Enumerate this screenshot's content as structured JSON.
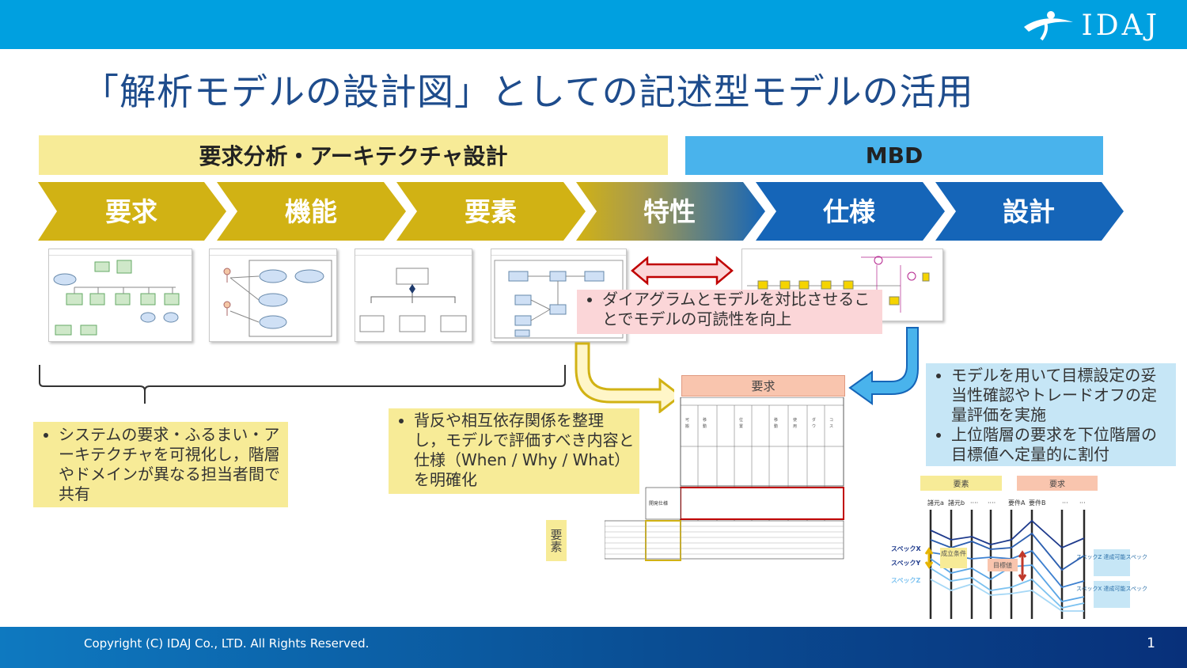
{
  "header": {
    "logo_text": "IDAJ",
    "brand_color": "#00a0e0"
  },
  "title": "「解析モデルの設計図」としての記述型モデルの活用",
  "bands": {
    "requirements_analysis": "要求分析・アーキテクチャ設計",
    "mbd": "MBD"
  },
  "steps": [
    {
      "label": "要求"
    },
    {
      "label": "機能"
    },
    {
      "label": "要素"
    },
    {
      "label": "特性"
    },
    {
      "label": "仕様"
    },
    {
      "label": "設計"
    }
  ],
  "notes": {
    "system_share": "システムの要求・ふるまい・アーキテクチャを可視化し，階層やドメインが異なる担当者間で共有",
    "dependency": "背反や相互依存関係を整理し，モデルで評価すべき内容と仕様（When / Why / What）を明確化",
    "readability": "ダイアグラムとモデルを対比させることでモデルの可読性を向上",
    "mbd_points": [
      "モデルを用いて目標設定の妥当性確認やトレードオフの定量評価を実施",
      "上位階層の要求を下位階層の目標値へ定量的に割付"
    ]
  },
  "matrix": {
    "header": "要求",
    "side_label": "要素",
    "spec_row_label": "開発仕様"
  },
  "tradeoff_chart": {
    "element_tag": "要素",
    "requirement_tag": "要求",
    "axis_labels": [
      "諸元a",
      "諸元b",
      "····",
      "····",
      "要件A",
      "要件B",
      "···",
      "···"
    ],
    "left_labels": [
      "スペックX",
      "スペックY",
      "スペックZ"
    ],
    "condition_label": "成立条件",
    "target_label": "目標値",
    "right_notes": [
      "スペックZ 達成可能スペック",
      "スペックX 達成可能スペック"
    ]
  },
  "footer": {
    "copyright": "Copyright (C) IDAJ Co., LTD. All Rights Reserved.",
    "page_number": "1"
  }
}
